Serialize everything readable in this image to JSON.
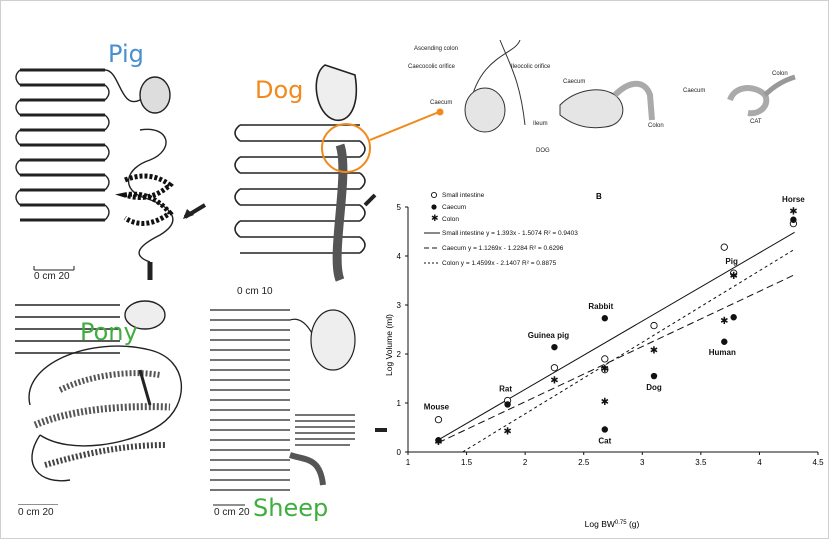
{
  "panels": {
    "pig": {
      "title": "Pig",
      "scale": "0  cm 20",
      "color": "#4a8fd0"
    },
    "dog": {
      "title": "Dog",
      "scale": "0   cm   10",
      "color": "#f08a1c"
    },
    "pony": {
      "title": "Pony",
      "scale": "0  cm 20",
      "color": "#3fae3f"
    },
    "sheep": {
      "title": "Sheep",
      "scale": "0 cm 20",
      "color": "#3fae3f"
    }
  },
  "dog_detail": {
    "labels": [
      "Ascending colon",
      "Caecocolic orifice",
      "Ileocolic orifice",
      "Caecum",
      "Ileum",
      "Caecum",
      "Colon",
      "Caecum",
      "Colon"
    ],
    "caption_dog": "DOG",
    "caption_cat": "CAT"
  },
  "chart_data": {
    "type": "scatter",
    "panel_label": "B",
    "xlabel": "Log BW",
    "xlabel_sup": "0.75",
    "xlabel_unit": " (g)",
    "ylabel": "Log Volume (ml)",
    "xlim": [
      1,
      4.5
    ],
    "ylim": [
      0,
      5
    ],
    "xticks": [
      1,
      1.5,
      2,
      2.5,
      3,
      3.5,
      4,
      4.5
    ],
    "yticks": [
      0,
      1,
      2,
      3,
      4,
      5
    ],
    "legend": {
      "small_intestine": "Small intestine",
      "caecum": "Caecum",
      "colon": "Colon",
      "fit_si": "Small intestine    y = 1.393x - 1.5074 R² = 0.9403",
      "fit_caecum": "Caecum    y = 1.1269x - 1.2284 R² = 0.6296",
      "fit_colon": "Colon    y = 1.4599x - 2.1407 R² = 0.8875"
    },
    "series": [
      {
        "name": "Small intestine",
        "marker": "open-circle",
        "points": [
          [
            1.26,
            0.66
          ],
          [
            1.85,
            1.05
          ],
          [
            2.25,
            1.72
          ],
          [
            2.68,
            1.9
          ],
          [
            2.68,
            1.68
          ],
          [
            3.1,
            2.58
          ],
          [
            3.7,
            4.18
          ],
          [
            3.78,
            3.65
          ],
          [
            4.29,
            4.66
          ]
        ]
      },
      {
        "name": "Caecum",
        "marker": "filled-circle",
        "points": [
          [
            1.26,
            0.24
          ],
          [
            1.85,
            0.97
          ],
          [
            2.25,
            2.14
          ],
          [
            2.68,
            2.73
          ],
          [
            2.68,
            0.46
          ],
          [
            3.1,
            1.55
          ],
          [
            3.7,
            2.25
          ],
          [
            3.78,
            2.75
          ],
          [
            4.29,
            4.74
          ]
        ]
      },
      {
        "name": "Colon",
        "marker": "star",
        "points": [
          [
            1.26,
            0.21
          ],
          [
            1.85,
            0.43
          ],
          [
            2.25,
            1.47
          ],
          [
            2.68,
            1.7
          ],
          [
            2.68,
            1.03
          ],
          [
            3.1,
            2.08
          ],
          [
            3.7,
            2.68
          ],
          [
            3.78,
            3.6
          ],
          [
            4.29,
            4.92
          ]
        ]
      }
    ],
    "fits": [
      {
        "name": "Small intestine",
        "slope": 1.393,
        "intercept": -1.5074,
        "dash": ""
      },
      {
        "name": "Caecum",
        "slope": 1.1269,
        "intercept": -1.2284,
        "dash": "7,4"
      },
      {
        "name": "Colon",
        "slope": 1.4599,
        "intercept": -2.1407,
        "dash": "3,3"
      }
    ],
    "annotations": [
      {
        "text": "Mouse",
        "x": 1.26,
        "y": 0.66
      },
      {
        "text": "Rat",
        "x": 1.85,
        "y": 1.05
      },
      {
        "text": "Guinea pig",
        "x": 2.25,
        "y": 2.14
      },
      {
        "text": "Rabbit",
        "x": 2.68,
        "y": 2.73
      },
      {
        "text": "Cat",
        "x": 2.68,
        "y": 0.46
      },
      {
        "text": "Dog",
        "x": 3.1,
        "y": 1.55
      },
      {
        "text": "Human",
        "x": 3.7,
        "y": 2.25
      },
      {
        "text": "Pig",
        "x": 3.78,
        "y": 3.65
      },
      {
        "text": "Horse",
        "x": 4.29,
        "y": 4.92
      }
    ]
  }
}
